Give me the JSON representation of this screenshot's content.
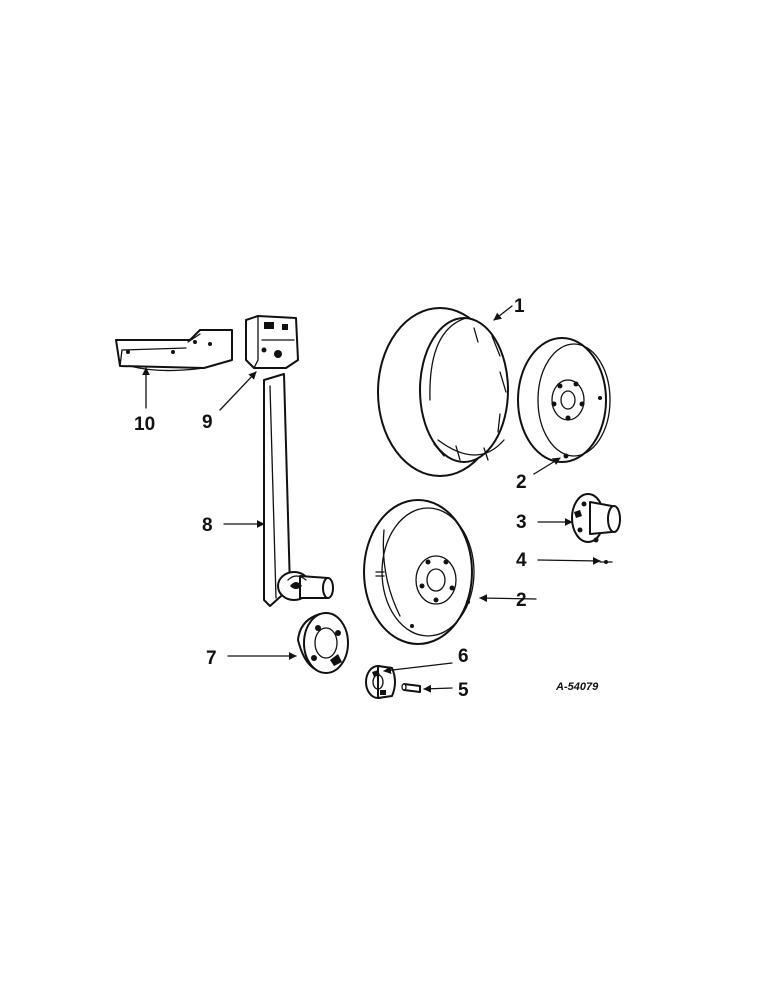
{
  "diagram": {
    "reference_code": "A-54079",
    "callouts": {
      "c1": "1",
      "c2a": "2",
      "c2b": "2",
      "c3": "3",
      "c4": "4",
      "c5": "5",
      "c6": "6",
      "c7": "7",
      "c8": "8",
      "c9": "9",
      "c10": "10"
    }
  }
}
